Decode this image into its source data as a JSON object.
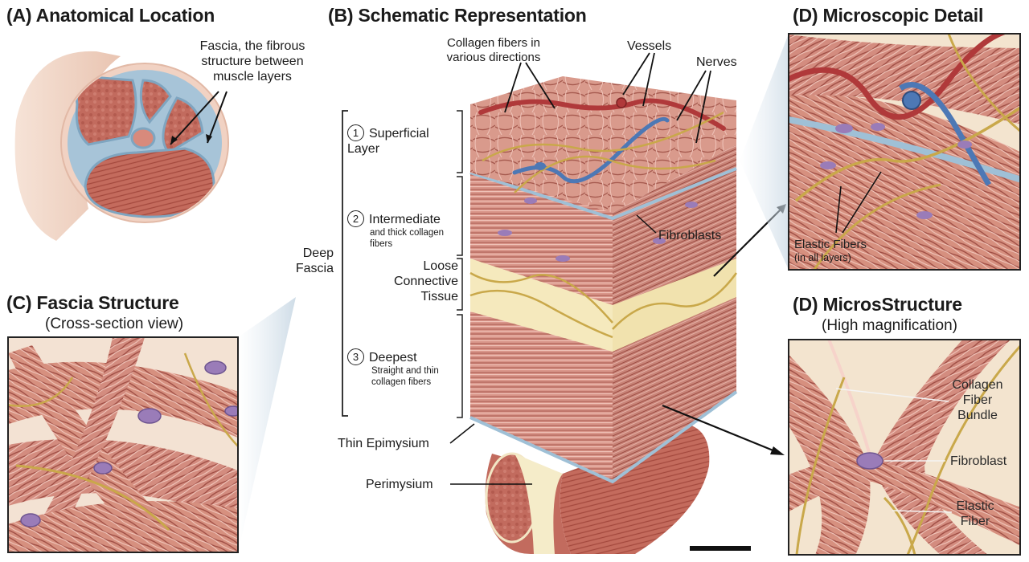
{
  "panels": {
    "a": {
      "title": "(A) Anatomical Location",
      "label": "Fascia, the fibrous structure between muscle layers"
    },
    "b": {
      "title": "(B) Schematic Representation",
      "collagen_label": "Collagen fibers in various directions",
      "vessels_label": "Vessels",
      "nerves_label": "Nerves",
      "fibroblasts_label": "Fibroblasts",
      "deep_fascia_label": "Deep Fascia",
      "layer1": {
        "number": "1",
        "name": "Superficial Layer"
      },
      "layer2": {
        "number": "2",
        "name": "Intermediate",
        "desc": "and thick collagen fibers"
      },
      "loose_label": "Loose Connective Tissue",
      "layer3": {
        "number": "3",
        "name": "Deepest",
        "desc": "Straight and thin collagen fibers"
      },
      "epimysium_label": "Thin Epimysium",
      "perimysium_label": "Perimysium"
    },
    "c": {
      "title": "(C) Fascia Structure",
      "subtitle": "(Cross-section view)"
    },
    "d1": {
      "title": "(D) Microscopic Detail",
      "elastic_label": "Elastic Fibers",
      "elastic_sub": "(in all layers)"
    },
    "d2": {
      "title": "(D) MicrosStructure",
      "subtitle": "(High magnification)",
      "bundle_label": "Collagen Fiber Bundle",
      "fibroblast_label": "Fibroblast",
      "elastic_label": "Elastic Fiber"
    }
  },
  "colors": {
    "muscle": "#c26b5e",
    "collagen": "#e2a79a",
    "fascia_blue": "#9fc0d6",
    "loose_yellow": "#f5e9bd",
    "elastic": "#c9a84a",
    "vessel_red": "#b0393a",
    "vessel_blue": "#4d78b5",
    "fibroblast": "#9a7cb8"
  }
}
